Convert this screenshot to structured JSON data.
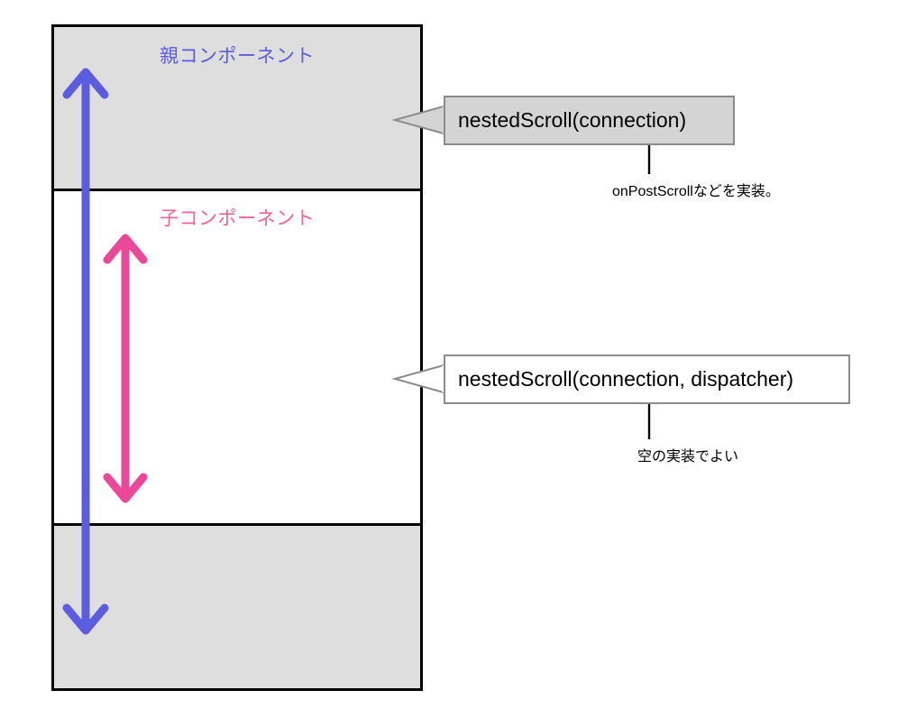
{
  "diagram": {
    "type": "nested-scroll-component-diagram",
    "frame": {
      "sections": [
        {
          "id": "parent-top",
          "label": "親コンポーネント",
          "fill": "#dedede",
          "label_color": "#5c5ce0"
        },
        {
          "id": "child",
          "label": "子コンポーネント",
          "fill": "#ffffff",
          "label_color": "#f0609c"
        },
        {
          "id": "parent-bottom",
          "label": "",
          "fill": "#dedede",
          "label_color": ""
        }
      ],
      "border_color": "#000000"
    },
    "arrows": [
      {
        "id": "parent-scroll-range",
        "color": "#5c5ce0",
        "direction": "double-vertical",
        "spans": "parent-component"
      },
      {
        "id": "child-scroll-range",
        "color": "#ec4899",
        "direction": "double-vertical",
        "spans": "child-component"
      }
    ],
    "callouts": [
      {
        "id": "parent-modifier",
        "text": "nestedScroll(connection)",
        "fill": "#d4d4d4",
        "border": "#8c8c8c",
        "note": "onPostScrollなどを実装。"
      },
      {
        "id": "child-modifier",
        "text": "nestedScroll(connection, dispatcher)",
        "fill": "#ffffff",
        "border": "#8c8c8c",
        "note": "空の実装でよい"
      }
    ]
  }
}
